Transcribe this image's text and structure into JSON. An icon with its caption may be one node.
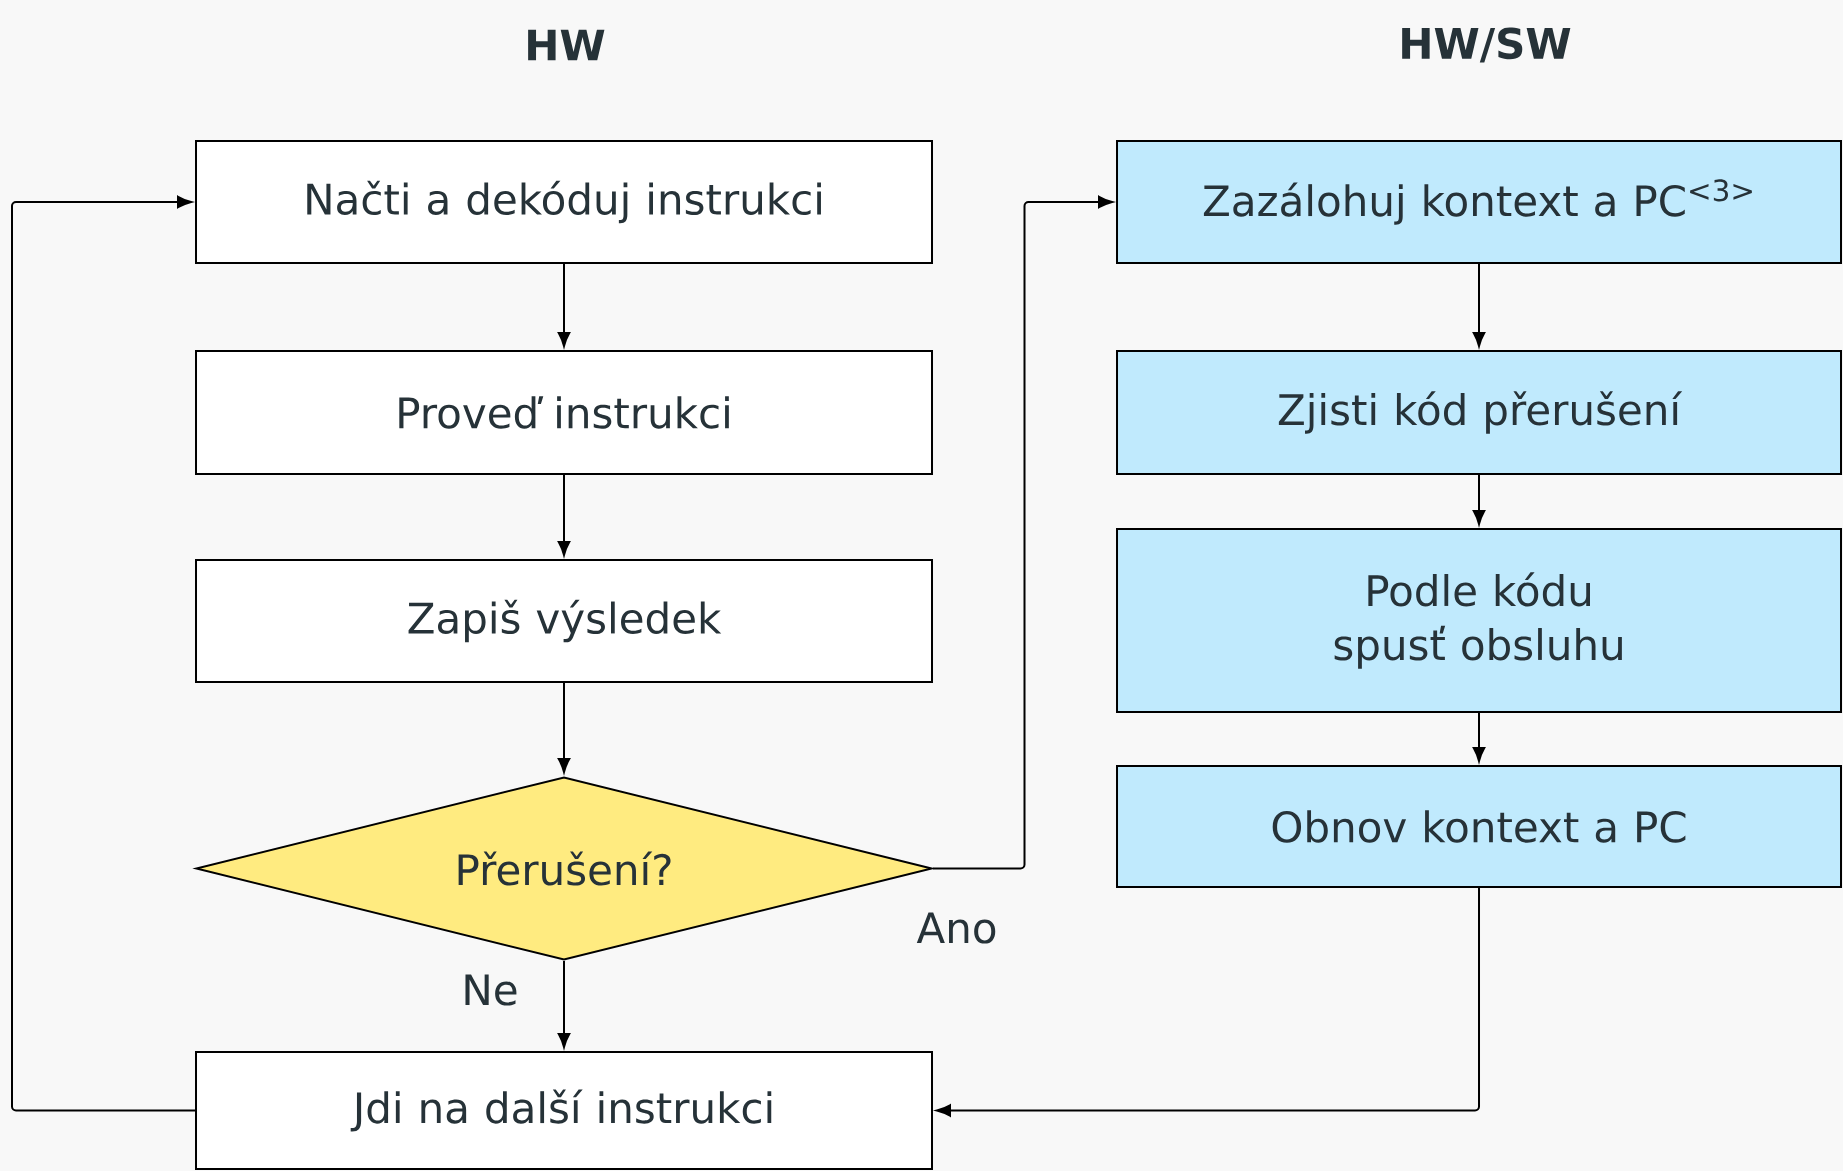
{
  "diagram": {
    "nodes": [
      {
        "text": [
          "Načti a dekóduj instrukci"
        ]
      },
      {
        "text": [
          "Proveď instrukci"
        ]
      },
      {
        "text": [
          "Zapiš výsledek"
        ]
      },
      {
        "text": [
          "Přerušení?"
        ]
      },
      {
        "text": [
          "Jdi na další instrukci"
        ]
      },
      {
        "text": [
          "Zazálohuj kontext a PC$^{<3>}$"
        ]
      },
      {
        "text": [
          "Zjisti kód přerušení"
        ]
      },
      {
        "text": [
          "Podle kódu spusť obsluhu"
        ]
      },
      {
        "text": [
          "Obnov kontext a PC"
        ]
      }
    ],
    "edges": [
      {
        "from": 0,
        "to": 1,
        "arrow": "to"
      },
      {
        "from": 1,
        "to": 2,
        "arrow": "to"
      },
      {
        "from": 2,
        "to": 3,
        "arrow": "to"
      },
      {
        "from": 3,
        "to": 4,
        "arrow": "to",
        "label": "Ne"
      },
      {
        "from": 3,
        "to": 5,
        "arrow": "to",
        "label": "Ano"
      },
      {
        "from": 5,
        "to": 6,
        "arrow": "to"
      },
      {
        "from": 6,
        "to": 7,
        "arrow": "to"
      },
      {
        "from": 7,
        "to": 8,
        "arrow": "to"
      },
      {
        "from": 8,
        "to": 4,
        "arrow": "to"
      },
      {
        "from": 4,
        "to": 0,
        "arrow": "to"
      }
    ],
    "labels": [
      "HW",
      "HW/SW"
    ]
  }
}
